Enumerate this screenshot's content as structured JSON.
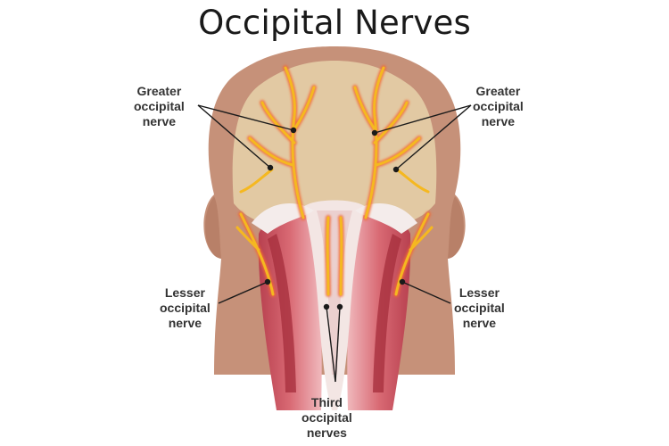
{
  "title": "Occipital Nerves",
  "labels": {
    "greater_left": [
      "Greater",
      "occipital",
      "nerve"
    ],
    "greater_right": [
      "Greater",
      "occipital",
      "nerve"
    ],
    "lesser_left": [
      "Lesser",
      "occipital",
      "nerve"
    ],
    "lesser_right": [
      "Lesser",
      "occipital",
      "nerve"
    ],
    "third": [
      "Third",
      "occipital",
      "nerves"
    ]
  },
  "colors": {
    "skin_dark": "#c69179",
    "skin_light": "#e2c9a3",
    "muscle": "#c9545f",
    "muscle_light": "#e8a6ac",
    "nerve": "#f5b820",
    "nerve_glow": "#f26a34",
    "text": "#333333",
    "line": "#1a1a1a"
  }
}
